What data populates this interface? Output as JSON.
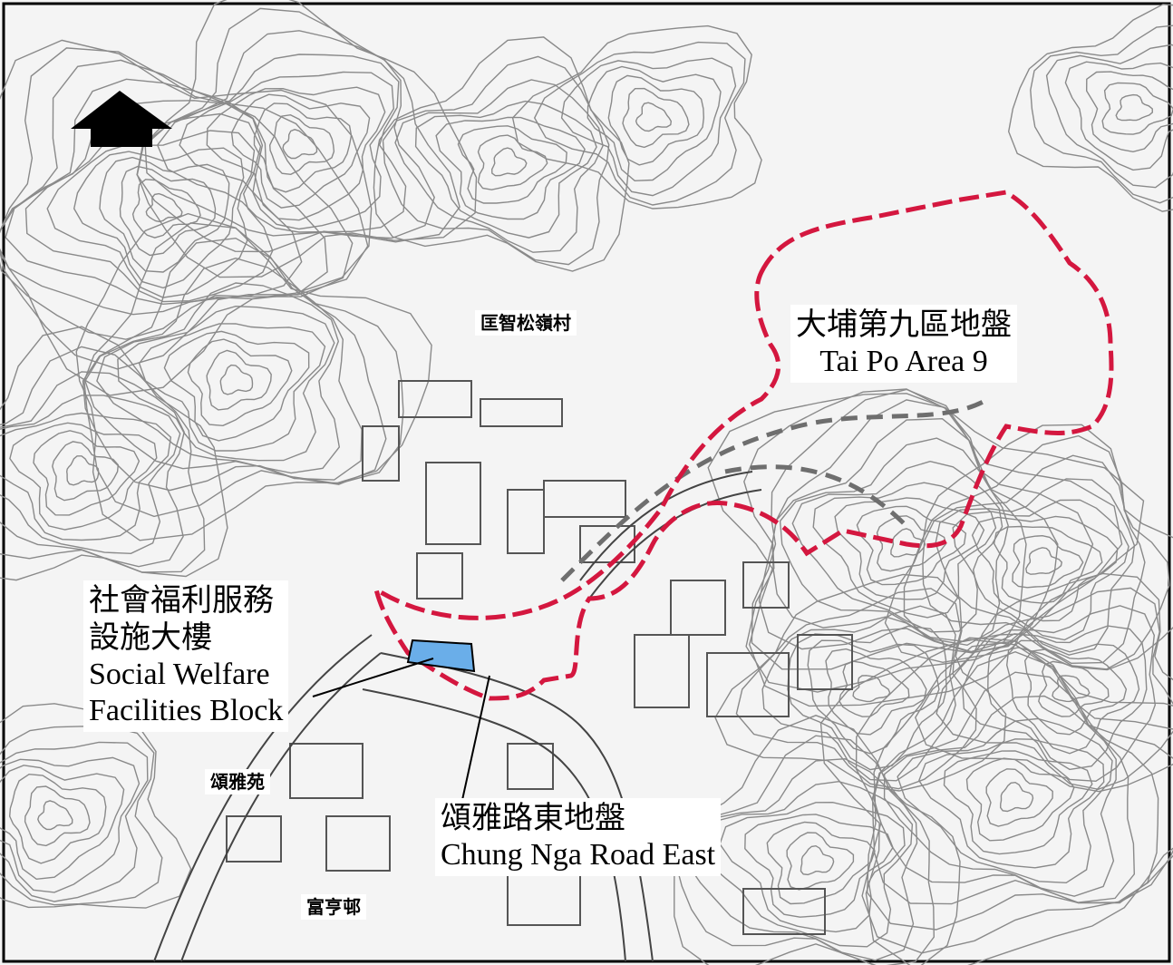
{
  "map": {
    "north_arrow": "north-arrow-icon",
    "colors": {
      "boundary": "#d4173f",
      "site_fill": "#6aaee9",
      "contour": "#8a8a8a",
      "road_dash": "#6e6e6e"
    },
    "labels": {
      "tai_po_area9_zh": "大埔第九區地盤",
      "tai_po_area9_en": "Tai Po Area 9",
      "swfb_zh_line1": "社會福利服務",
      "swfb_zh_line2": "設施大樓",
      "swfb_en_line1": "Social Welfare",
      "swfb_en_line2": "Facilities Block",
      "chung_nga_zh": "頌雅路東地盤",
      "chung_nga_en": "Chung Nga Road East",
      "kwong_chi": "匡智松嶺村",
      "chung_nga_court": "頌雅苑",
      "fu_heng": "富亨邨"
    }
  }
}
